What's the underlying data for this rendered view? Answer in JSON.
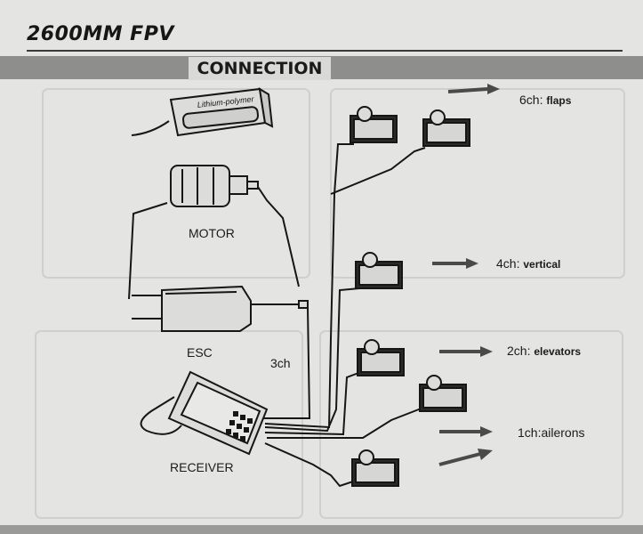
{
  "page": {
    "title": "2600MM FPV",
    "section_title": "CONNECTION"
  },
  "components": {
    "battery_label": "Lithium-polymer",
    "motor_label": "MOTOR",
    "esc_label": "ESC",
    "receiver_label": "RECEIVER",
    "throttle_channel": "3ch"
  },
  "channels": [
    {
      "channel": "6ch:",
      "function": "flaps"
    },
    {
      "channel": "4ch:",
      "function": "vertical"
    },
    {
      "channel": "2ch:",
      "function": "elevators"
    },
    {
      "channel": "1ch:",
      "function": "ailerons"
    }
  ]
}
